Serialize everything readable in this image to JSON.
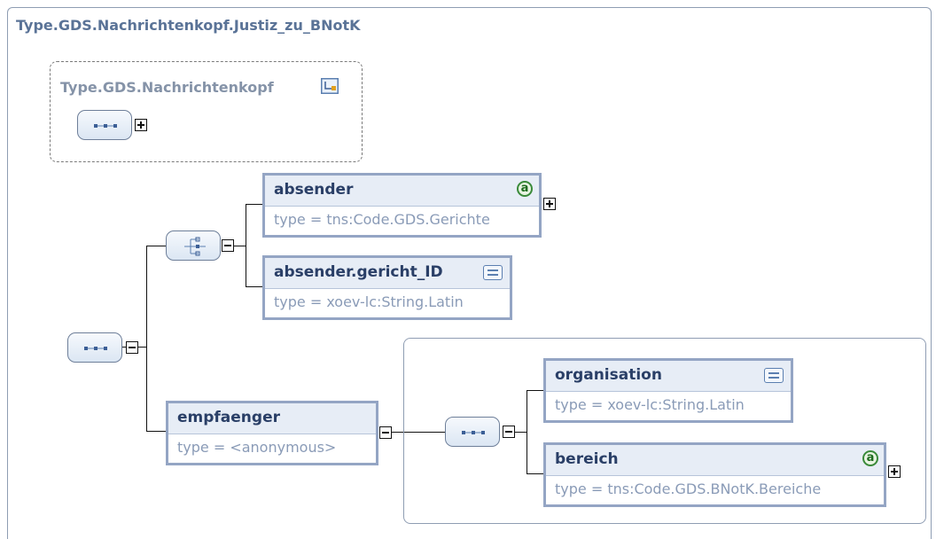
{
  "diagram": {
    "root": {
      "title": "Type.GDS.Nachrichtenkopf.Justiz_zu_BNotK"
    },
    "extension": {
      "title": "Type.GDS.Nachrichtenkopf",
      "icon": "type-link-icon"
    },
    "elements": {
      "absender": {
        "name": "absender",
        "type": "type = tns:Code.GDS.Gerichte",
        "badge": "a"
      },
      "absender_gericht_id": {
        "name": "absender.gericht_ID",
        "type": "type = xoev-lc:String.Latin"
      },
      "empfaenger": {
        "name": "empfaenger",
        "type": "type = <anonymous>"
      },
      "organisation": {
        "name": "organisation",
        "type": "type = xoev-lc:String.Latin"
      },
      "bereich": {
        "name": "bereich",
        "type": "type = tns:Code.GDS.BNotK.Bereiche",
        "badge": "a"
      }
    },
    "compositors": [
      "sequence-icon",
      "choice-icon",
      "sequence-icon",
      "sequence-icon"
    ],
    "colors": {
      "title": "#5a7397",
      "element_border": "#94a5c4",
      "element_header": "#e7edf6",
      "type_text": "#8a9bb7",
      "name_text": "#2a3f67"
    }
  }
}
